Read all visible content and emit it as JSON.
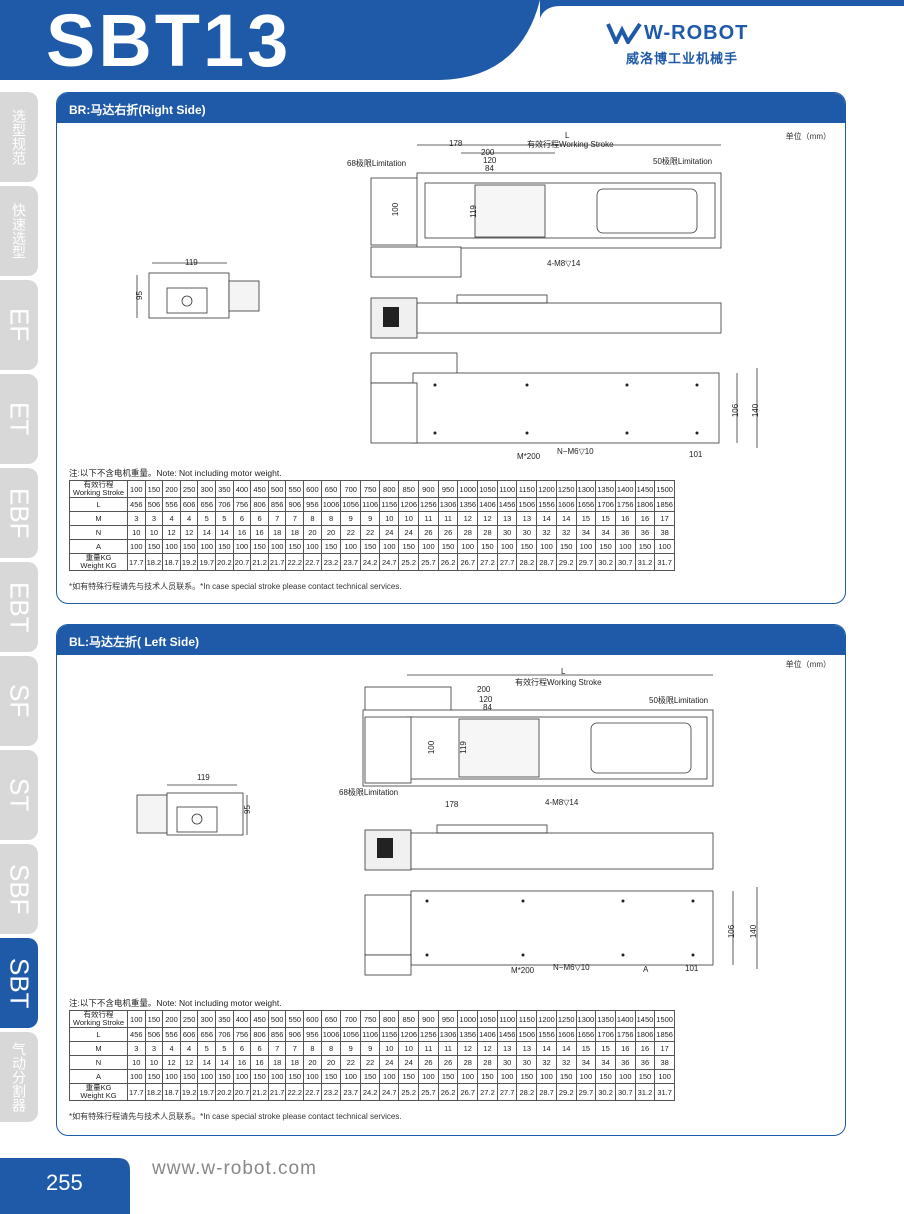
{
  "header": {
    "title": "SBT13",
    "logo_main": "W-ROBOT",
    "logo_sub": "威洛博工业机械手",
    "brand_color": "#1e5aa8"
  },
  "side_tabs": [
    {
      "label": "选型规范",
      "active": false
    },
    {
      "label": "快速选型",
      "active": false
    },
    {
      "label": "EF",
      "active": false
    },
    {
      "label": "ET",
      "active": false
    },
    {
      "label": "EBF",
      "active": false
    },
    {
      "label": "EBT",
      "active": false
    },
    {
      "label": "SF",
      "active": false
    },
    {
      "label": "ST",
      "active": false
    },
    {
      "label": "SBF",
      "active": false
    },
    {
      "label": "SBT",
      "active": true
    },
    {
      "label": "气动分割器",
      "active": false
    }
  ],
  "sections": [
    {
      "title": "BR:马达右折(Right Side)",
      "unit": "单位（mm）",
      "labels": {
        "L": "L",
        "stroke": "有效行程Working Stroke",
        "d178": "178",
        "d200": "200",
        "d120": "120",
        "d84": "84",
        "lim68": "68极限Limitation",
        "lim50": "50极限Limitation",
        "d100": "100",
        "d119v": "119",
        "m8": "4-M8▽14",
        "d119": "119",
        "d95": "95",
        "d106": "106",
        "d140": "140",
        "m6": "N−M6▽10",
        "d101": "101",
        "m200": "M*200"
      },
      "note": "注:以下不含电机重量。Note: Not including motor weight.",
      "footnote": "*如有特殊行程请先与技术人员联系。*In case special stroke please contact technical services."
    },
    {
      "title": "BL:马达左折( Left Side)",
      "unit": "单位（mm）",
      "labels": {
        "L": "L",
        "stroke": "有效行程Working Stroke",
        "d178": "178",
        "d200": "200",
        "d120": "120",
        "d84": "84",
        "lim68": "68极限Limitation",
        "lim50": "50极限Limitation",
        "d100": "100",
        "d119v": "119",
        "m8": "4-M8▽14",
        "d119": "119",
        "d95": "95",
        "d106": "106",
        "d140": "140",
        "m6": "N−M6▽10",
        "d101": "101",
        "m200": "M*200",
        "a": "A"
      },
      "note": "注:以下不含电机重量。Note: Not including motor weight.",
      "footnote": "*如有特殊行程请先与技术人员联系。*In case special stroke please contact technical services."
    }
  ],
  "table": {
    "row_headers": [
      [
        "有效行程",
        "Working Stroke"
      ],
      [
        "L",
        ""
      ],
      [
        "M",
        ""
      ],
      [
        "N",
        ""
      ],
      [
        "A",
        ""
      ],
      [
        "重量KG",
        "Weight KG"
      ]
    ],
    "stroke": [
      "100",
      "150",
      "200",
      "250",
      "300",
      "350",
      "400",
      "450",
      "500",
      "550",
      "600",
      "650",
      "700",
      "750",
      "800",
      "850",
      "900",
      "950",
      "1000",
      "1050",
      "1100",
      "1150",
      "1200",
      "1250",
      "1300",
      "1350",
      "1400",
      "1450",
      "1500"
    ],
    "L": [
      "456",
      "506",
      "556",
      "606",
      "656",
      "706",
      "756",
      "806",
      "856",
      "906",
      "956",
      "1006",
      "1056",
      "1106",
      "1156",
      "1206",
      "1256",
      "1306",
      "1356",
      "1406",
      "1456",
      "1506",
      "1556",
      "1606",
      "1656",
      "1706",
      "1756",
      "1806",
      "1856"
    ],
    "M": [
      "3",
      "3",
      "4",
      "4",
      "5",
      "5",
      "6",
      "6",
      "7",
      "7",
      "8",
      "8",
      "9",
      "9",
      "10",
      "10",
      "11",
      "11",
      "12",
      "12",
      "13",
      "13",
      "14",
      "14",
      "15",
      "15",
      "16",
      "16",
      "17"
    ],
    "N": [
      "10",
      "10",
      "12",
      "12",
      "14",
      "14",
      "16",
      "16",
      "18",
      "18",
      "20",
      "20",
      "22",
      "22",
      "24",
      "24",
      "26",
      "26",
      "28",
      "28",
      "30",
      "30",
      "32",
      "32",
      "34",
      "34",
      "36",
      "36",
      "38"
    ],
    "A": [
      "100",
      "150",
      "100",
      "150",
      "100",
      "150",
      "100",
      "150",
      "100",
      "150",
      "100",
      "150",
      "100",
      "150",
      "100",
      "150",
      "100",
      "150",
      "100",
      "150",
      "100",
      "150",
      "100",
      "150",
      "100",
      "150",
      "100",
      "150",
      "100"
    ],
    "W": [
      "17.7",
      "18.2",
      "18.7",
      "19.2",
      "19.7",
      "20.2",
      "20.7",
      "21.2",
      "21.7",
      "22.2",
      "22.7",
      "23.2",
      "23.7",
      "24.2",
      "24.7",
      "25.2",
      "25.7",
      "26.2",
      "26.7",
      "27.2",
      "27.7",
      "28.2",
      "28.7",
      "29.2",
      "29.7",
      "30.2",
      "30.7",
      "31.2",
      "31.7"
    ]
  },
  "footer": {
    "page": "255",
    "url": "www.w-robot.com"
  }
}
